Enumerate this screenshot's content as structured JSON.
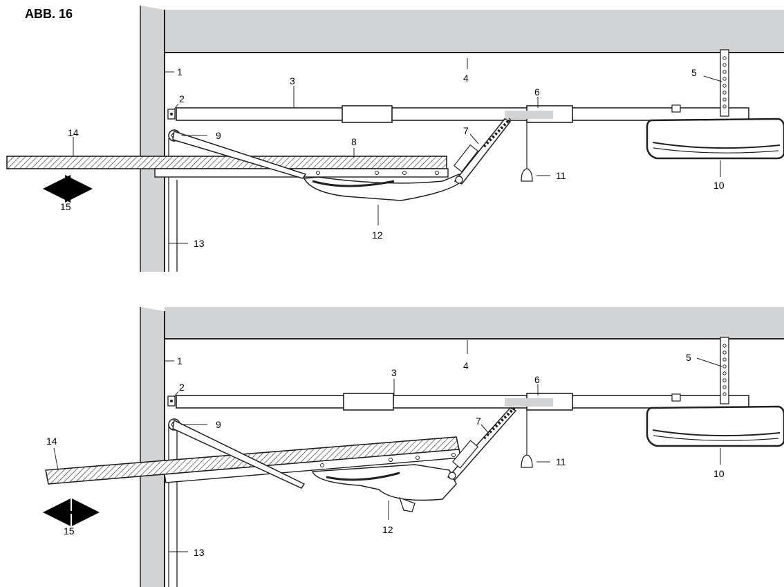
{
  "figure": {
    "title": "ABB. 16"
  },
  "colors": {
    "ceiling": "#d1d3d4",
    "wall": "#d1d3d4",
    "stroke": "#231f20",
    "hatch": "#231f20",
    "slider": "#d1d3d4",
    "background": "#ffffff"
  },
  "top": {
    "labels": {
      "l1": "1",
      "l2": "2",
      "l3": "3",
      "l4": "4",
      "l5": "5",
      "l6": "6",
      "l7": "7",
      "l8": "8",
      "l9": "9",
      "l10": "10",
      "l11": "11",
      "l12": "12",
      "l13": "13",
      "l14": "14",
      "l15": "15"
    }
  },
  "bottom": {
    "labels": {
      "l1": "1",
      "l2": "2",
      "l3": "3",
      "l4": "4",
      "l5": "5",
      "l6": "6",
      "l7": "7",
      "l9": "9",
      "l10": "10",
      "l11": "11",
      "l12": "12",
      "l13": "13",
      "l14": "14",
      "l15": "15"
    }
  }
}
